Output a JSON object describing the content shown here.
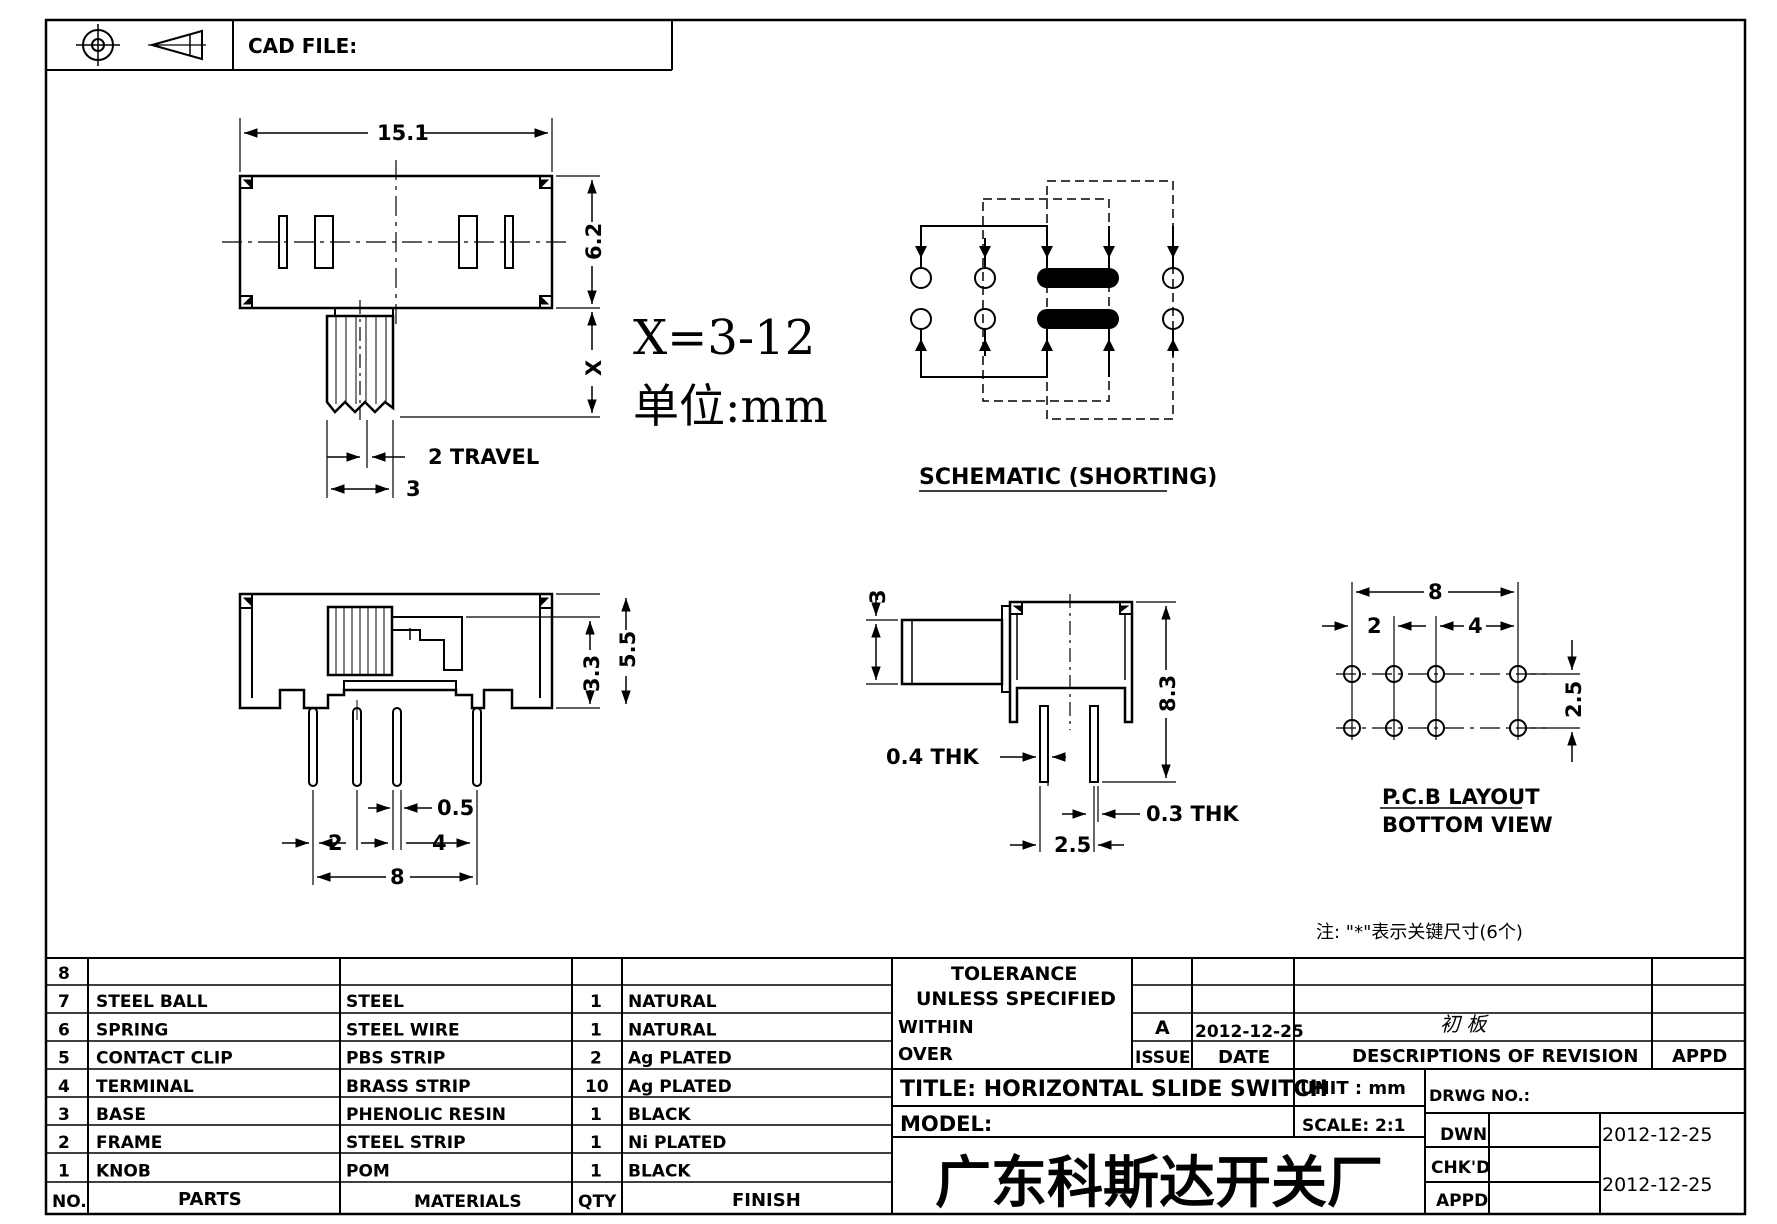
{
  "header": {
    "cad_file_label": "CAD FILE:",
    "projection_symbol": "third-angle-projection-icon"
  },
  "drawing": {
    "top_view": {
      "width_dim": "15.1",
      "height_dim": "6.2",
      "x_dim": "X",
      "travel_dim": "2 TRAVEL",
      "knob_dim": "3"
    },
    "range_note": "X=3-12",
    "unit_note": "单位:mm",
    "schematic_title": "SCHEMATIC (SHORTING)",
    "front_view": {
      "dim_5_5": "5.5",
      "dim_3_3": "3.3",
      "dim_0_5": "0.5",
      "dim_2": "2",
      "dim_4": "4",
      "dim_8": "8"
    },
    "side_view": {
      "dim_3": "3",
      "dim_8_3": "8.3",
      "dim_0_4": "0.4  THK",
      "dim_0_3": "0.3  THK",
      "dim_2_5": "2.5"
    },
    "pcb_layout": {
      "dim_8": "8",
      "dim_2": "2",
      "dim_4": "4",
      "dim_2_5": "2.5",
      "title_line1": "P.C.B  LAYOUT",
      "title_line2": "BOTTOM  VIEW"
    },
    "note": "注: \"*\"表示关键尺寸(6个)"
  },
  "bom": {
    "rows": [
      {
        "no": "8",
        "part": "",
        "material": "",
        "qty": "",
        "finish": ""
      },
      {
        "no": "7",
        "part": "STEEL  BALL",
        "material": "STEEL",
        "qty": "1",
        "finish": "NATURAL"
      },
      {
        "no": "6",
        "part": "SPRING",
        "material": "STEEL  WIRE",
        "qty": "1",
        "finish": "NATURAL"
      },
      {
        "no": "5",
        "part": "CONTACT  CLIP",
        "material": "PBS  STRIP",
        "qty": "2",
        "finish": "Ag  PLATED"
      },
      {
        "no": "4",
        "part": "TERMINAL",
        "material": "BRASS  STRIP",
        "qty": "10",
        "finish": "Ag  PLATED"
      },
      {
        "no": "3",
        "part": "BASE",
        "material": "PHENOLIC  RESIN",
        "qty": "1",
        "finish": "BLACK"
      },
      {
        "no": "2",
        "part": "FRAME",
        "material": "STEEL  STRIP",
        "qty": "1",
        "finish": "Ni  PLATED"
      },
      {
        "no": "1",
        "part": "KNOB",
        "material": "POM",
        "qty": "1",
        "finish": "BLACK"
      }
    ],
    "header": {
      "no": "NO.",
      "parts": "PARTS",
      "materials": "MATERIALS",
      "qty": "QTY",
      "finish": "FINISH"
    }
  },
  "title_block": {
    "tolerance": "TOLERANCE",
    "unless_specified": "UNLESS    SPECIFIED",
    "within": "WITHIN",
    "over": "OVER",
    "issue_value": "A",
    "issue_date": "2012-12-25",
    "revision_desc": "初 板",
    "issue_label": "ISSUE",
    "date_label": "DATE",
    "descriptions_label": "DESCRIPTIONS  OF  REVISION",
    "appd_label": "APPD",
    "title": "TITLE:  HORIZONTAL  SLIDE  SWITCH",
    "unit": "UNIT  :  mm",
    "drwg_no": "DRWG  NO.:",
    "model": "MODEL:",
    "scale": "SCALE:  2:1",
    "dwn_label": "DWN",
    "dwn_date": "2012-12-25",
    "chkd_label": "CHK'D",
    "appd2_label": "APPD",
    "chk_date": "2012-12-25",
    "company": "广东科斯达开关厂"
  }
}
